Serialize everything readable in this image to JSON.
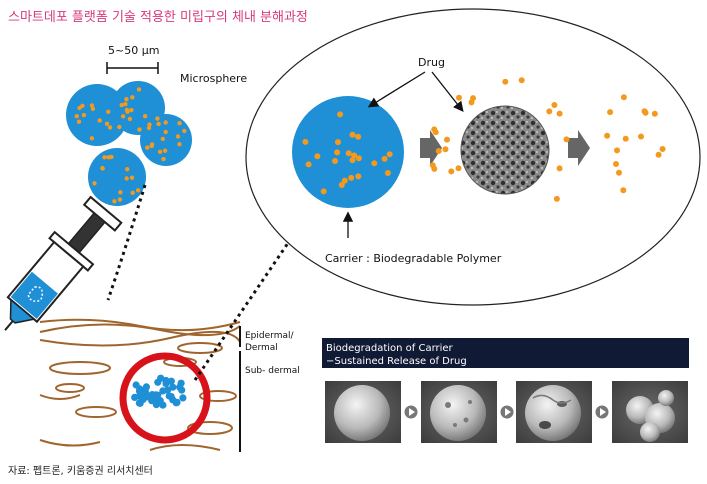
{
  "title": "스마트데포 플랫폼 기술 적용한 미립구의 체내 분해과정",
  "source": "자료: 펩트론, 키움증권 리서치센터",
  "labels": {
    "scale": "5~50 μm",
    "microsphere": "Microsphere",
    "drug": "Drug",
    "carrier": "Carrier : Biodegradable Polymer",
    "epidermal_line1": "Epidermal/",
    "epidermal_line2": "Dermal",
    "subdermal": "Sub-  dermal"
  },
  "banner": {
    "line1": "Biodegradation of Carrier",
    "line2": "−Sustained Release of Drug"
  },
  "colors": {
    "title": "#d63a7a",
    "microsphere_blue": "#1f8fd6",
    "drug_orange": "#f39a1e",
    "ring_red": "#d8121a",
    "skin_brown": "#a0652e",
    "banner_bg": "#101a34"
  }
}
